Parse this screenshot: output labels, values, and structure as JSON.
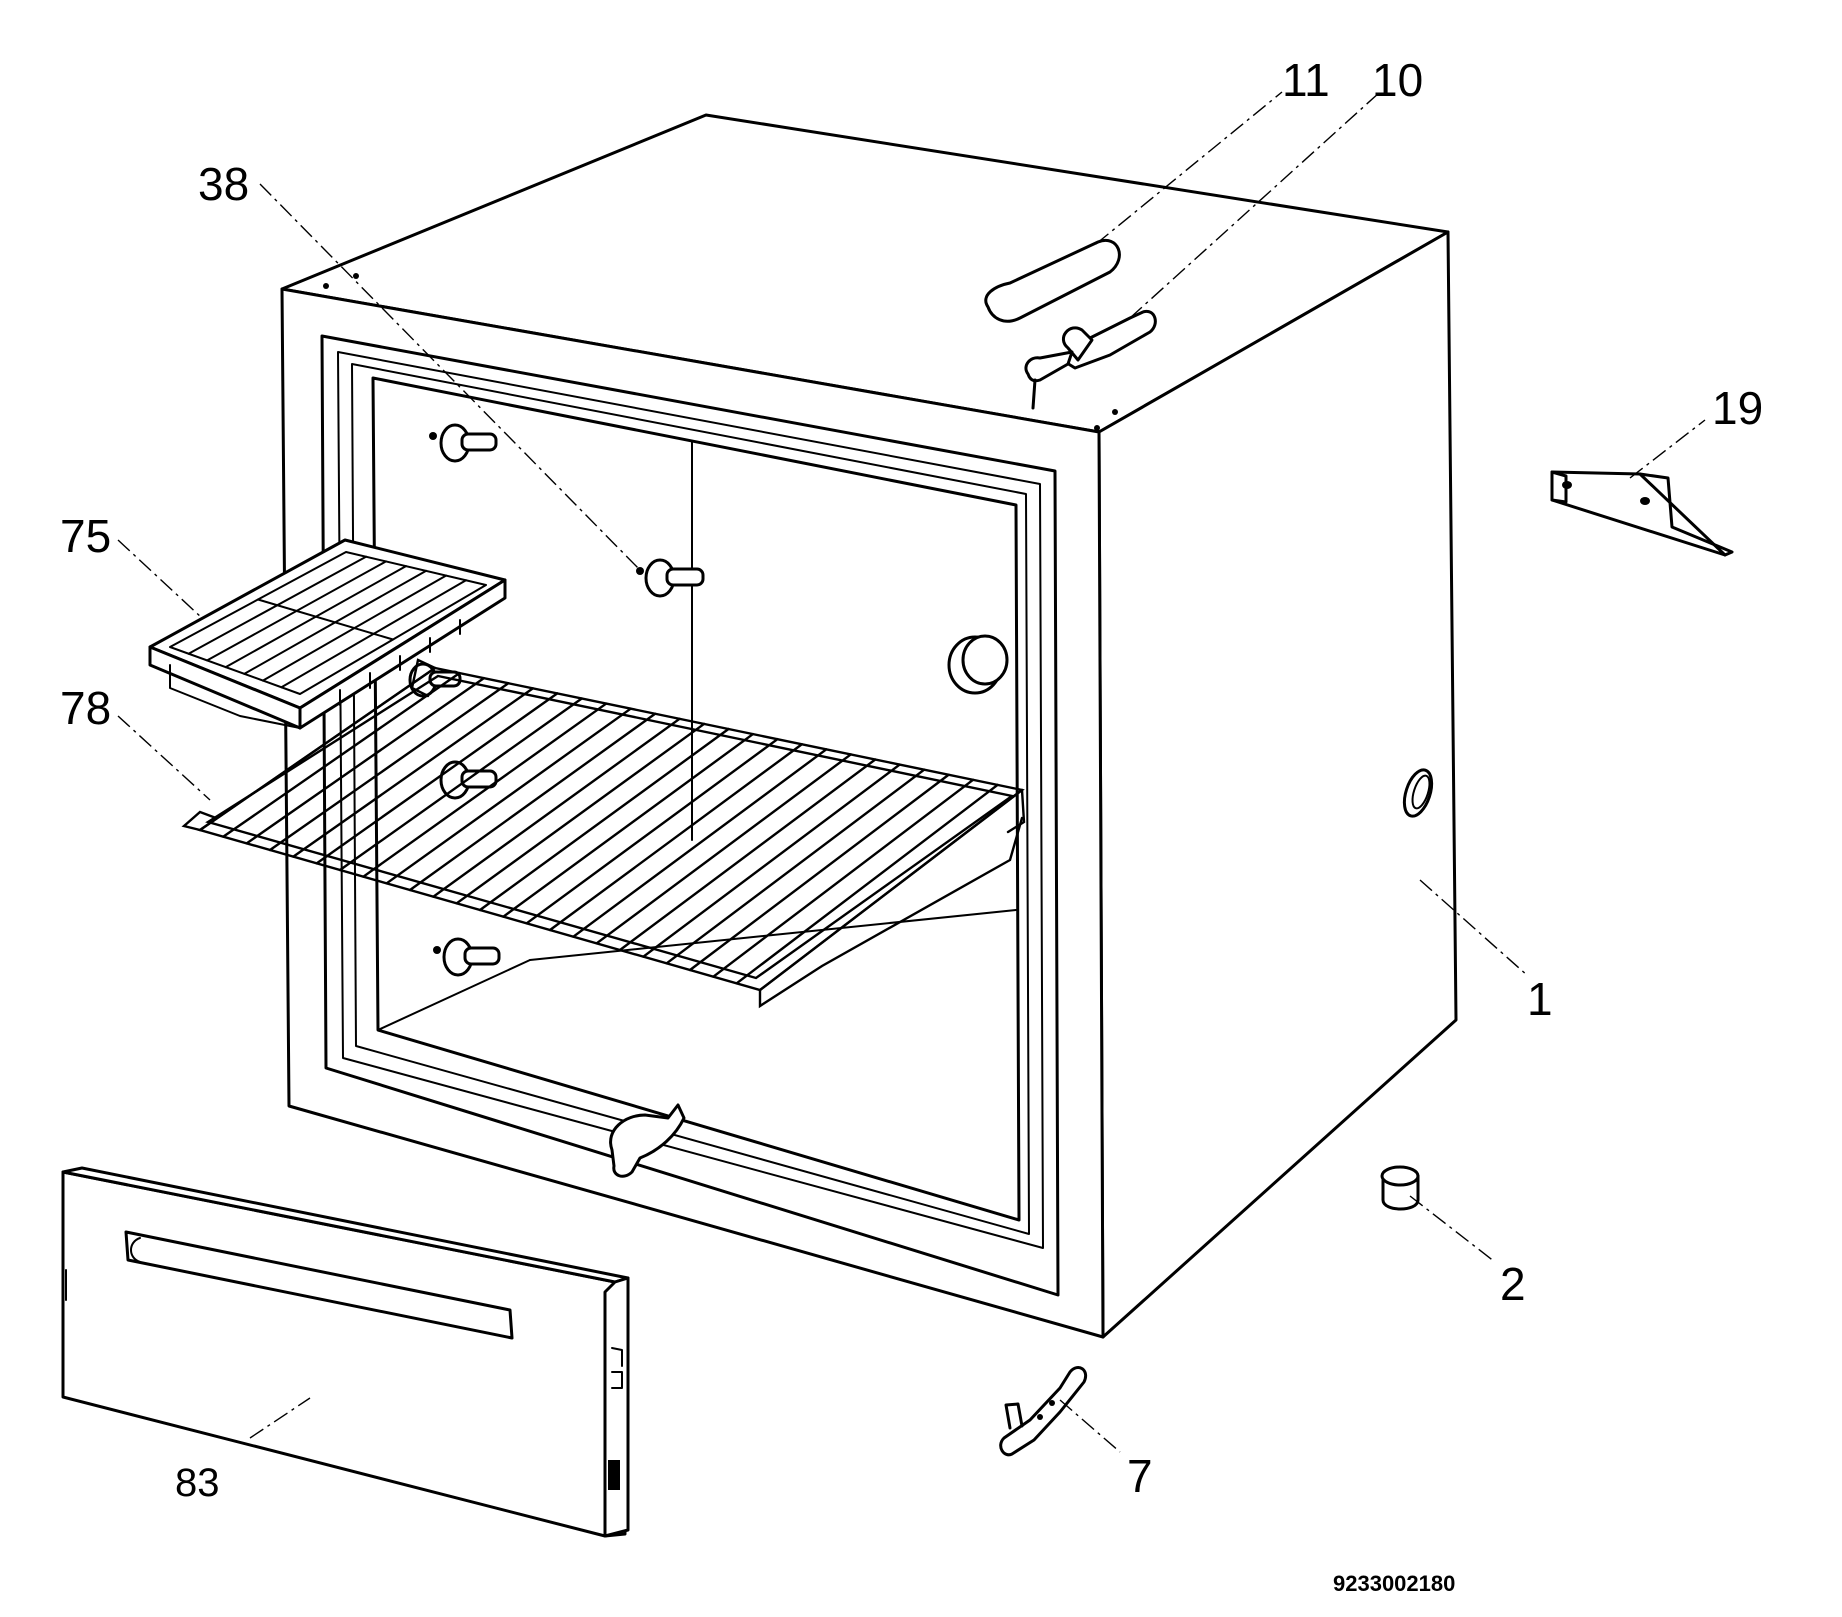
{
  "labels": {
    "p1": "1",
    "p2": "2",
    "p7": "7",
    "p10": "10",
    "p11": "11",
    "p19": "19",
    "p38": "38",
    "p75": "75",
    "p78": "78",
    "p83": "83"
  },
  "drawing_number": "9233002180"
}
